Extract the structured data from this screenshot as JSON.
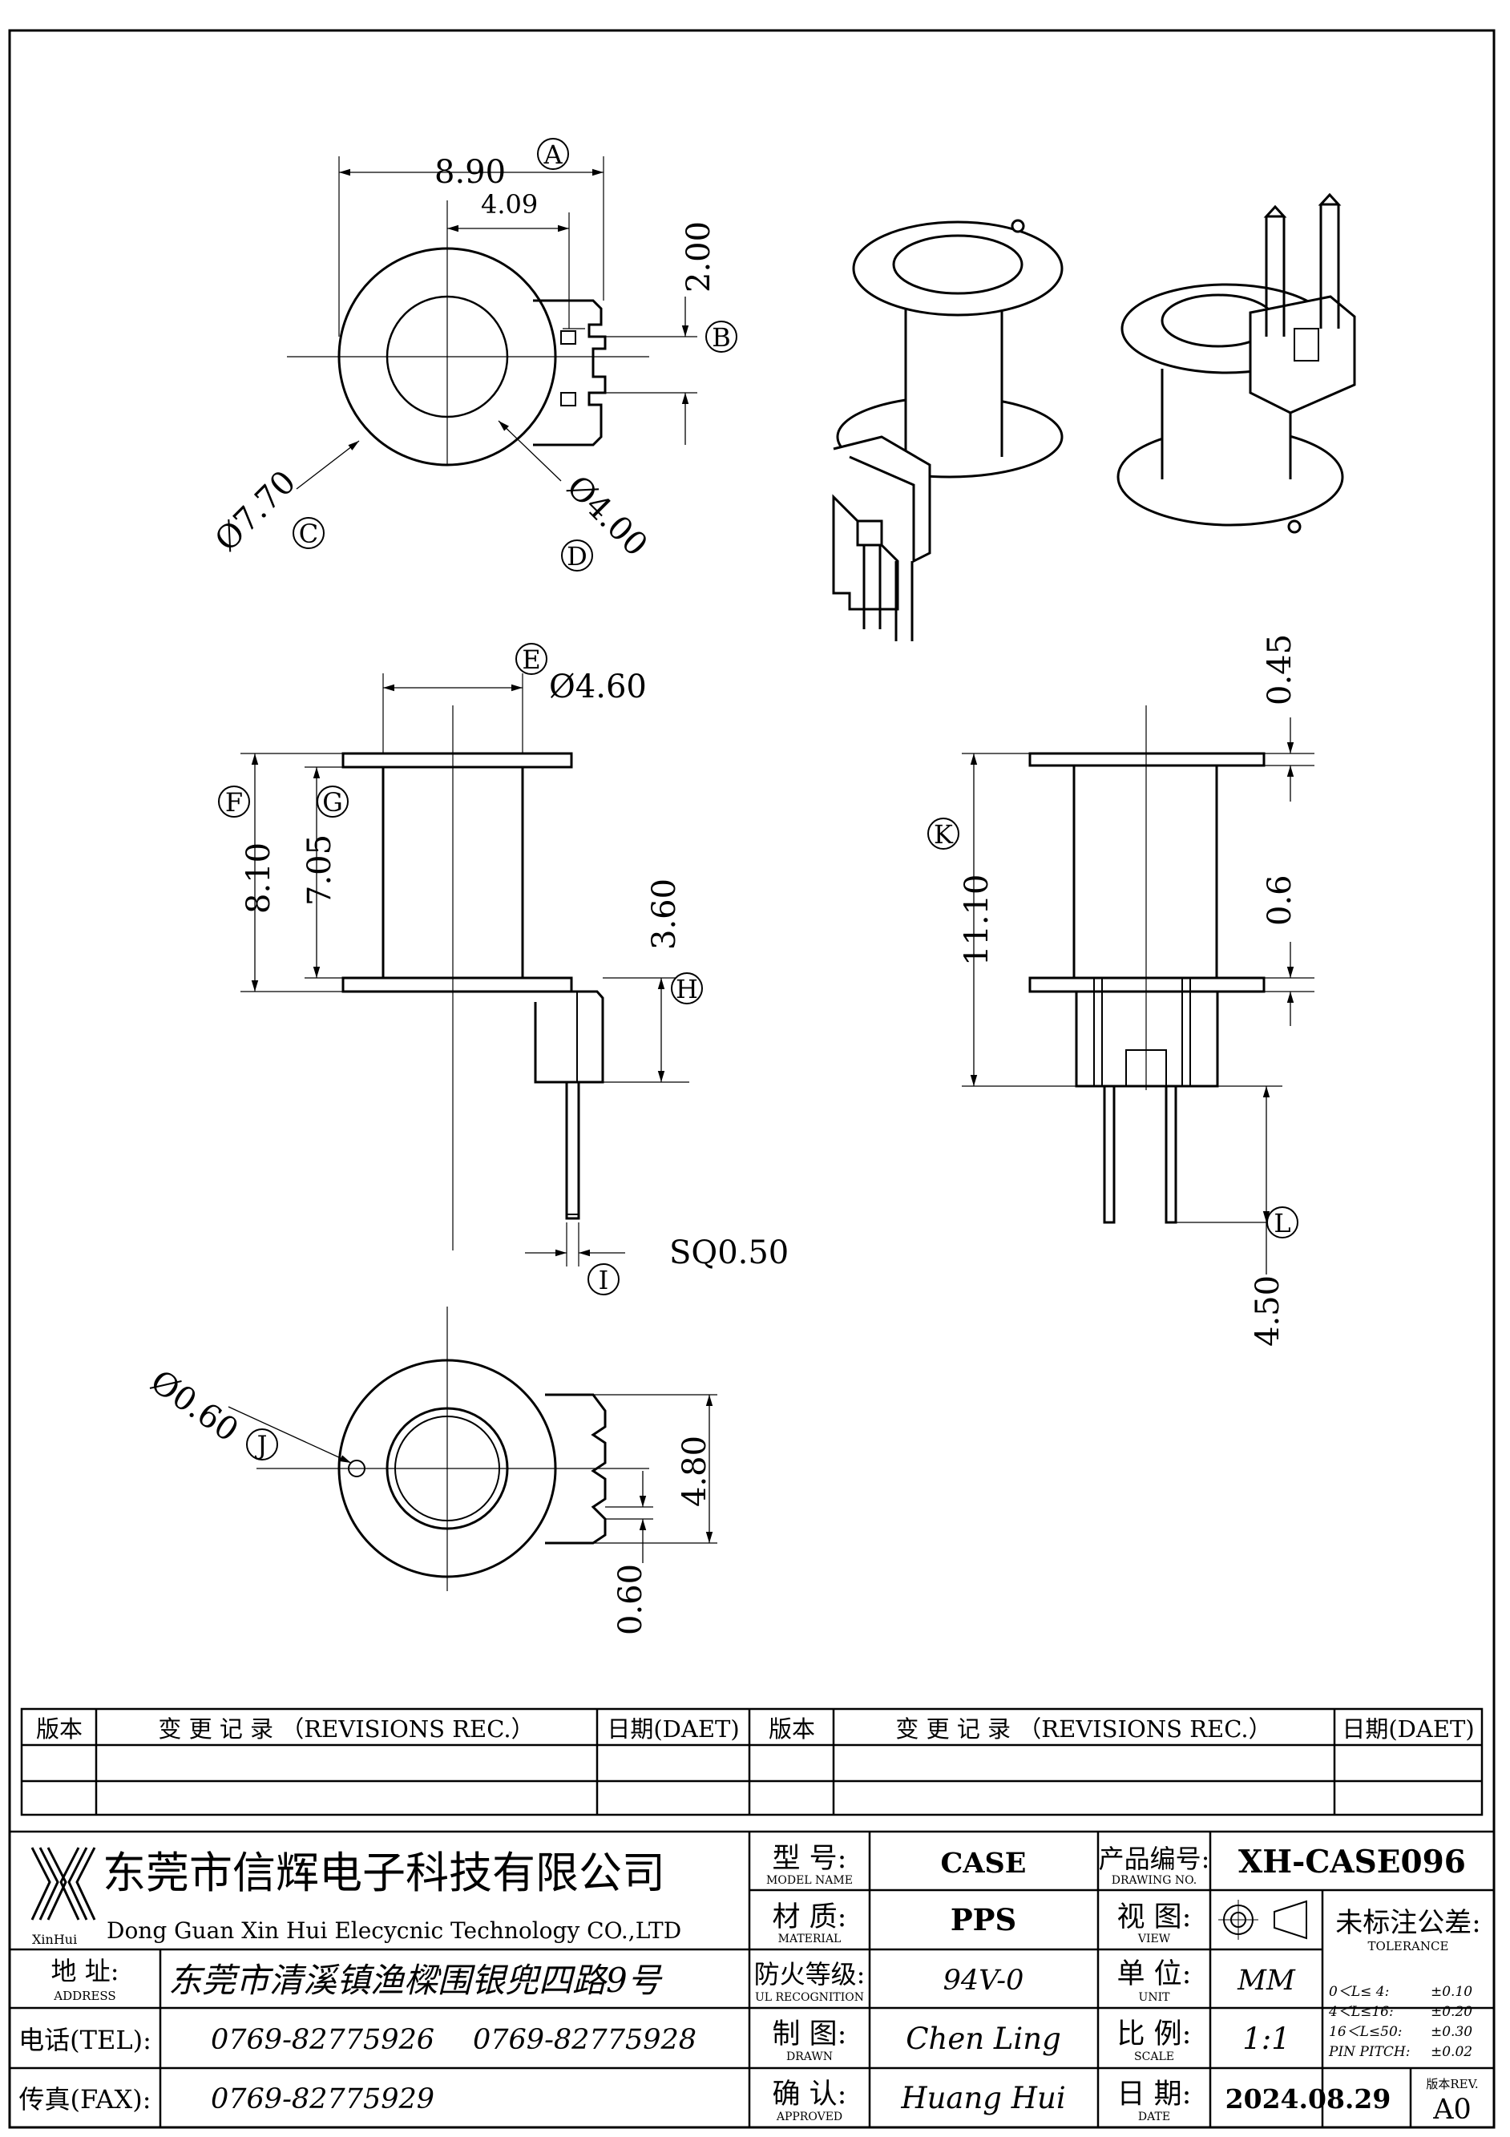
{
  "top_view": {
    "dims": {
      "width": "8.90",
      "inner": "4.09",
      "height": "2.00",
      "outer_dia": "Ø7.70",
      "inner_dia": "Ø4.00"
    },
    "callouts": {
      "a": "A",
      "b": "B",
      "c": "C",
      "d": "D"
    }
  },
  "side_view": {
    "dims": {
      "dia": "Ø4.60",
      "height": "8.10",
      "body": "7.05",
      "pin_base": "3.60",
      "pin": "SQ0.50"
    },
    "callouts": {
      "e": "E",
      "f": "F",
      "g": "G",
      "h": "H",
      "i": "I"
    }
  },
  "front_view": {
    "dims": {
      "flange": "0.45",
      "total": "11.10",
      "base": "0.6",
      "pin": "4.50"
    },
    "callouts": {
      "k": "K",
      "l": "L"
    }
  },
  "bottom_view": {
    "dims": {
      "hole": "Ø0.60",
      "height": "4.80",
      "slot": "0.60"
    },
    "callouts": {
      "j": "J"
    }
  },
  "revisions": {
    "ver": "版本",
    "record": "变 更 记 录 （REVISIONS REC.）",
    "date": "日期(DAET)"
  },
  "company": {
    "name_cn": "东莞市信辉电子科技有限公司",
    "name_en": "Dong Guan Xin Hui Elecycnic Technology CO.,LTD",
    "logo_text": "XinHui",
    "address_label": "地 址:",
    "address_label_en": "ADDRESS",
    "address": "东莞市清溪镇渔樑围银兜四路9号",
    "tel_label": "电话(TEL):",
    "tel1": "0769-82775926",
    "tel2": "0769-82775928",
    "fax_label": "传真(FAX):",
    "fax": "0769-82775929"
  },
  "fields": {
    "model_label": "型 号:",
    "model_label_en": "MODEL NAME",
    "model": "CASE",
    "material_label": "材 质:",
    "material_label_en": "MATERIAL",
    "material": "PPS",
    "fire_label": "防火等级:",
    "fire_label_en": "UL RECOGNITION",
    "fire": "94V-0",
    "drawn_label": "制 图:",
    "drawn_label_en": "DRAWN",
    "drawn": "Chen Ling",
    "approved_label": "确 认:",
    "approved_label_en": "APPROVED",
    "approved": "Huang Hui",
    "drawing_no_label": "产品编号:",
    "drawing_no_label_en": "DRAWING NO.",
    "drawing_no": "XH-CASE096",
    "view_label": "视 图:",
    "view_label_en": "VIEW",
    "unit_label": "单 位:",
    "unit_label_en": "UNIT",
    "unit": "MM",
    "scale_label": "比 例:",
    "scale_label_en": "SCALE",
    "scale": "1:1",
    "date_label": "日 期:",
    "date_label_en": "DATE",
    "date": "2024.08.29",
    "rev_label": "版本REV.",
    "rev": "A0",
    "tolerance_label": "未标注公差:",
    "tolerance_label_en": "TOLERANCE",
    "tol1_range": "0＜L≤ 4:",
    "tol1_val": "±0.10",
    "tol2_range": "4＜L≤16:",
    "tol2_val": "±0.20",
    "tol3_range": "16＜L≤50:",
    "tol3_val": "±0.30",
    "tol4_range": "PIN PITCH:",
    "tol4_val": "±0.02"
  }
}
